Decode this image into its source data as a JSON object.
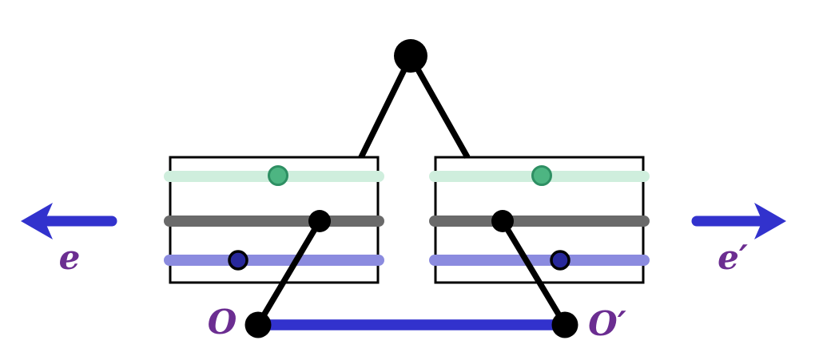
{
  "labels": {
    "left_arrow": "e",
    "right_arrow": "e′",
    "origin_left": "O",
    "origin_right": "O′"
  },
  "colors": {
    "blue": "#3232cd",
    "purple": "#6b2d91",
    "mint_band": "#cfeedd",
    "gray_band": "#6a6a6a",
    "lavender_band": "#8b8bdf",
    "teal_dot": "#4db582",
    "teal_dot_border": "#2e8f63",
    "navy_dot": "#28289b",
    "black": "#000000"
  }
}
